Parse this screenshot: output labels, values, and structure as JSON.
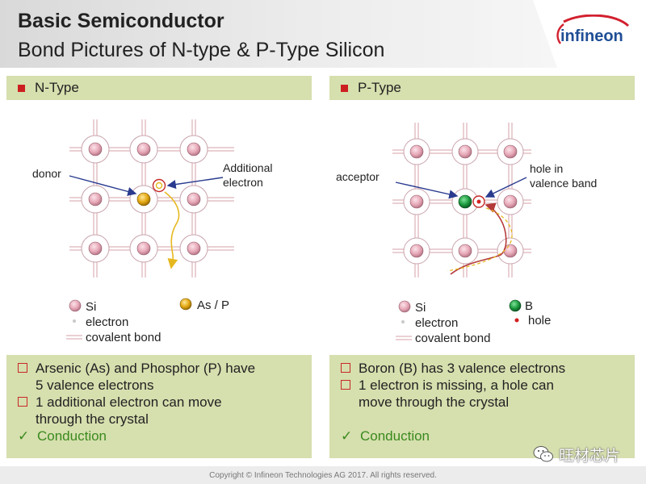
{
  "header": {
    "title_bold": "Basic Semiconductor",
    "title_sub": "Bond Pictures of N-type & P-Type Silicon",
    "logo_text": "infineon"
  },
  "n_panel": {
    "heading": "N-Type",
    "label_donor": "donor",
    "label_additional_1": "Additional",
    "label_additional_2": "electron",
    "legend": {
      "si": "Si",
      "dopant": "As / P",
      "electron": "electron",
      "bond": "covalent bond"
    },
    "bullets": [
      {
        "line1": "Arsenic (As) and Phosphor (P) have",
        "line2": "5 valence electrons"
      },
      {
        "line1": "1 additional electron can move",
        "line2": "through the crystal"
      }
    ],
    "conclusion": "Conduction"
  },
  "p_panel": {
    "heading": "P-Type",
    "label_acceptor": "acceptor",
    "label_hole_1": "hole in",
    "label_hole_2": "valence band",
    "legend": {
      "si": "Si",
      "dopant": "B",
      "electron": "electron",
      "bond": "covalent bond",
      "hole": "hole"
    },
    "bullets": [
      {
        "line1": "Boron (B) has 3 valence electrons",
        "line2": ""
      },
      {
        "line1": "1 electron is missing, a hole can",
        "line2": "move through the crystal"
      }
    ],
    "conclusion": "Conduction"
  },
  "colors": {
    "si_atom": "#e7a9b8",
    "donor_atom": "#e3a812",
    "acceptor_atom": "#1d9a3e",
    "hole_dot": "#d32020",
    "bond_line": "#d6a0a8",
    "panel_bg": "#d6dfae",
    "bullet_red": "#cc1f1f",
    "check_green": "#3a8a1e",
    "electron_path": "#e6b820",
    "hole_path": "#b43a3a"
  },
  "footer": {
    "copyright": "Copyright © Infineon Technologies AG 2017. All rights reserved."
  },
  "watermark": {
    "text": "旺材芯片"
  }
}
